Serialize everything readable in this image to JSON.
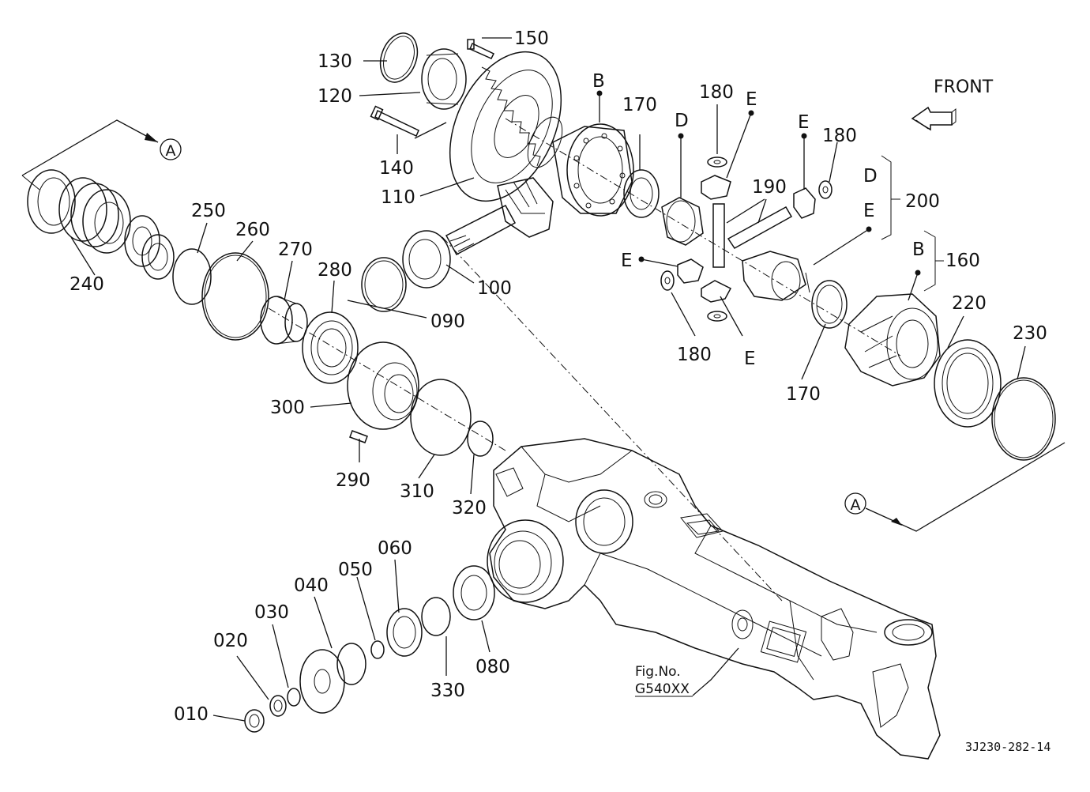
{
  "diagram": {
    "front_label": "FRONT",
    "fig_no_label": "Fig.No.",
    "fig_no_value": "G540XX",
    "drawing_ref": "3J230-282-14",
    "view_markers": {
      "a_top": "A",
      "a_bottom": "A"
    },
    "parts": {
      "p010": "010",
      "p020": "020",
      "p030": "030",
      "p040": "040",
      "p050": "050",
      "p060": "060",
      "p080": "080",
      "p090": "090",
      "p100": "100",
      "p110": "110",
      "p120": "120",
      "p130": "130",
      "p140": "140",
      "p150": "150",
      "p160": "160",
      "p170a": "170",
      "p170b": "170",
      "p180a": "180",
      "p180b": "180",
      "p180c": "180",
      "p190": "190",
      "p200": "200",
      "p220": "220",
      "p230": "230",
      "p240": "240",
      "p250": "250",
      "p260": "260",
      "p270": "270",
      "p280": "280",
      "p290": "290",
      "p300": "300",
      "p310": "310",
      "p320": "320",
      "p330": "330"
    },
    "letters": {
      "b1": "B",
      "b2": "B",
      "d1": "D",
      "d2": "D",
      "e1": "E",
      "e2": "E",
      "e3": "E",
      "e4": "E",
      "e5": "E"
    }
  }
}
